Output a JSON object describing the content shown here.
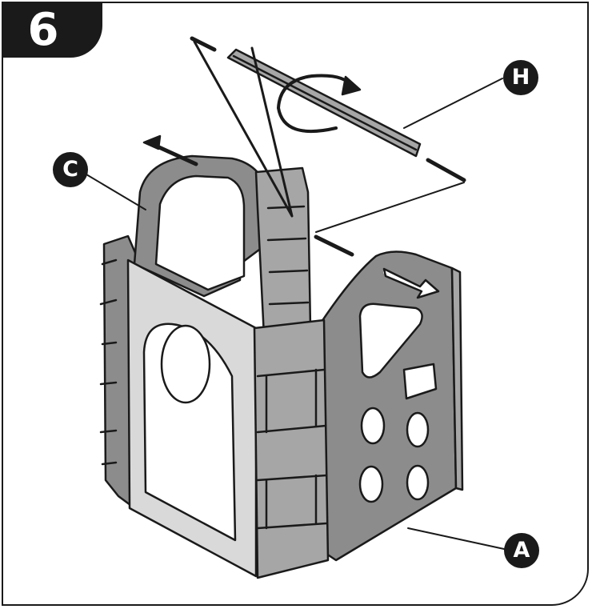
{
  "step": {
    "number": "6"
  },
  "callouts": {
    "H": "H",
    "C": "C",
    "A": "A"
  },
  "colors": {
    "ink": "#1a1a1a",
    "panel_dark": "#8c8c8c",
    "panel_mid": "#a6a6a6",
    "panel_light": "#d9d9d9",
    "background": "#ffffff"
  }
}
